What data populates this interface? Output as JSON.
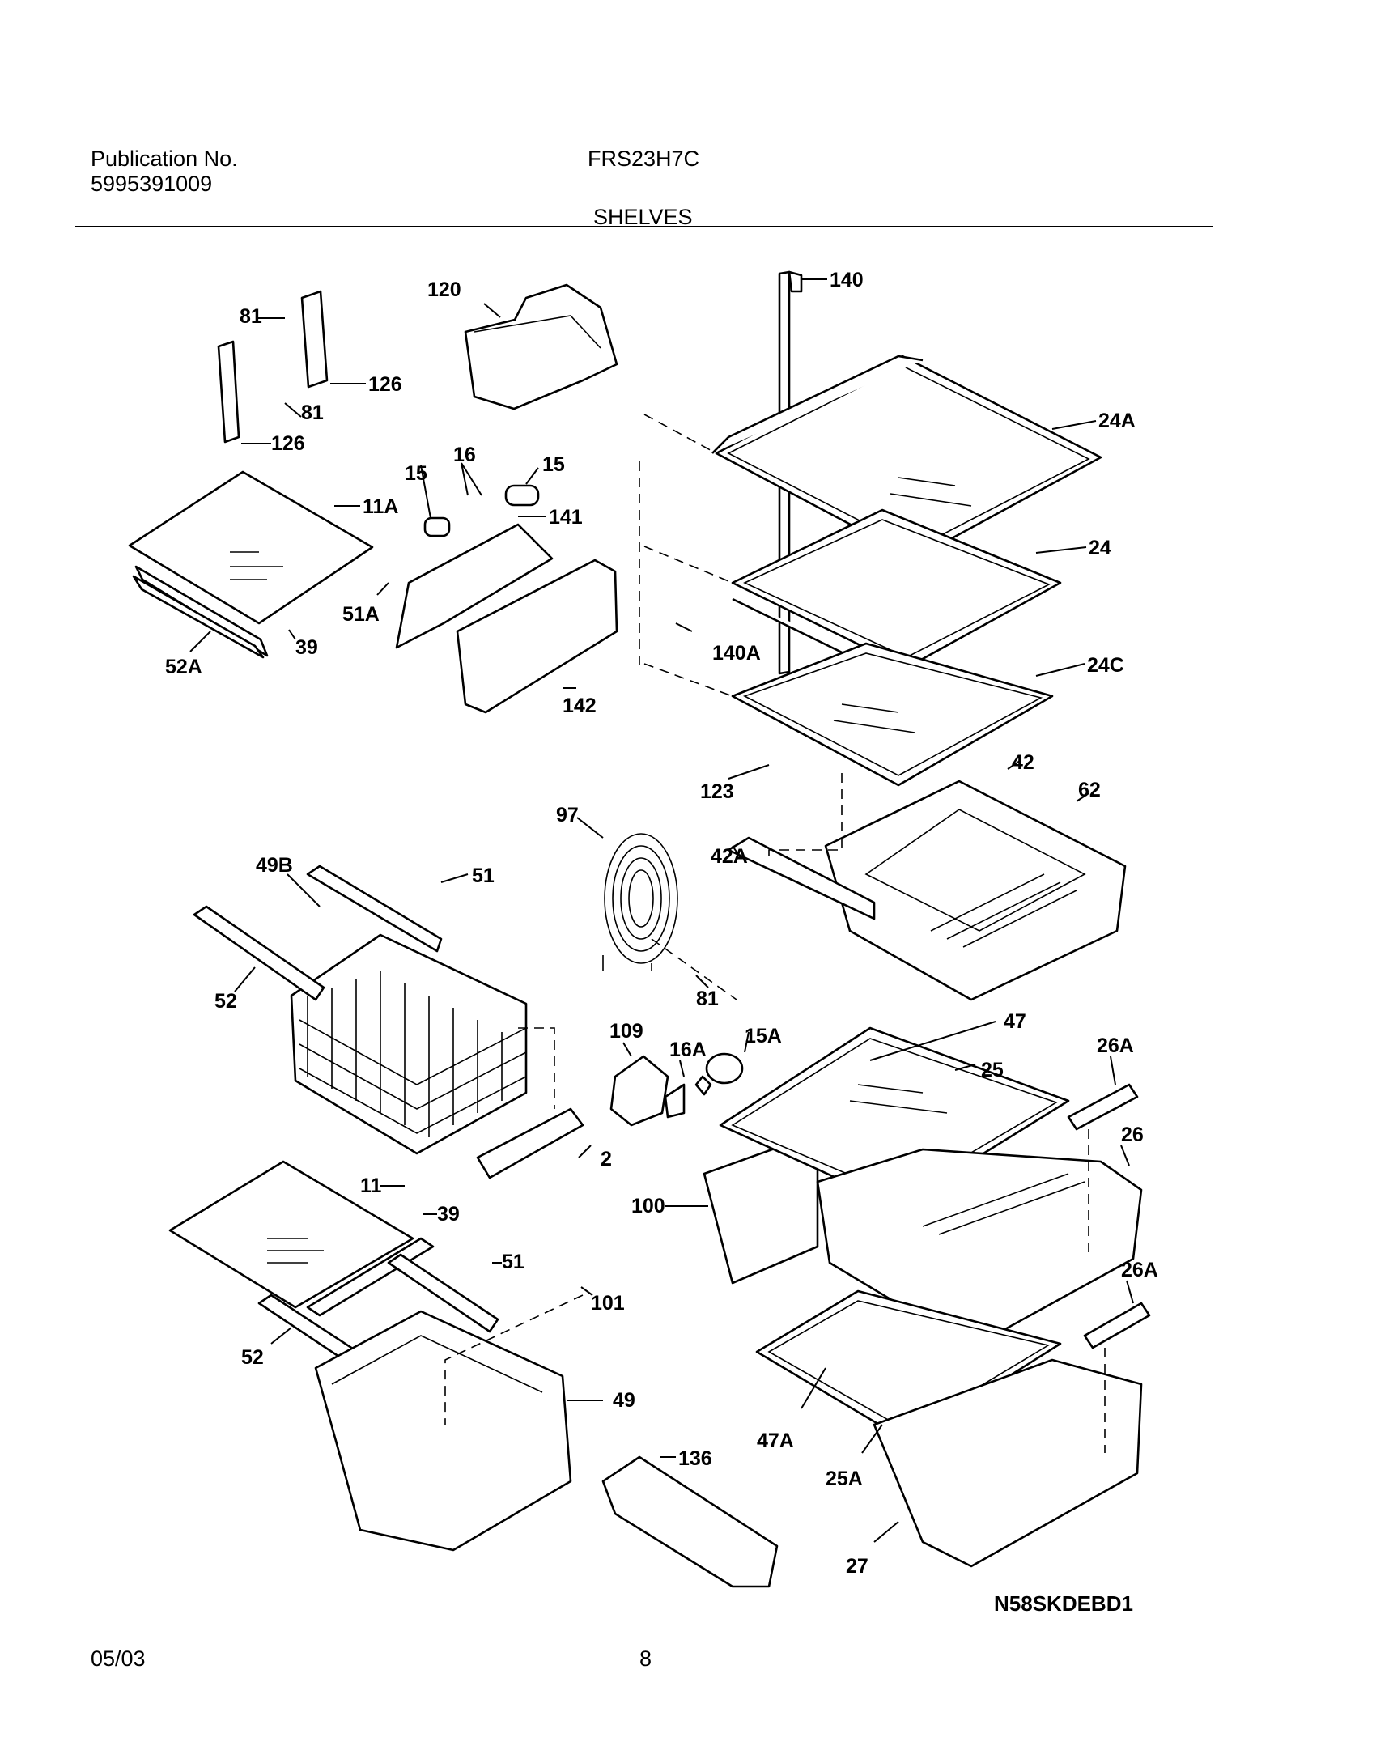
{
  "header": {
    "publication_label": "Publication No.",
    "publication_number": "5995391009",
    "model": "FRS23H7C",
    "section": "SHELVES"
  },
  "diagram": {
    "drawing_code": "N58SKDEBD1",
    "part_labels": [
      "81",
      "126",
      "81",
      "126",
      "120",
      "140",
      "24A",
      "15",
      "16",
      "15",
      "11A",
      "141",
      "24",
      "51A",
      "39",
      "52A",
      "140A",
      "24C",
      "142",
      "123",
      "42",
      "62",
      "97",
      "42A",
      "49B",
      "51",
      "52",
      "81",
      "109",
      "16A",
      "15A",
      "47",
      "25",
      "26A",
      "26",
      "2",
      "11",
      "39",
      "100",
      "51",
      "26A",
      "101",
      "52",
      "49",
      "136",
      "47A",
      "25A",
      "27"
    ]
  },
  "footer": {
    "date": "05/03",
    "page": "8"
  }
}
